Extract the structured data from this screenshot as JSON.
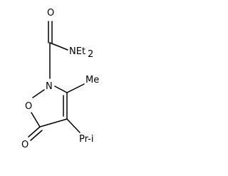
{
  "molecule": {
    "atoms": {
      "carbonyl_oxygen": "O",
      "amide_nitrogen": "NEt",
      "amide_nitrogen_subscript": "2",
      "ring_nitrogen": "N",
      "ring_oxygen": "O",
      "lactone_oxygen": "O",
      "methyl": "Me",
      "isopropyl": "Pr-i"
    },
    "colors": {
      "ink": "#000000",
      "background": "#ffffff"
    }
  }
}
